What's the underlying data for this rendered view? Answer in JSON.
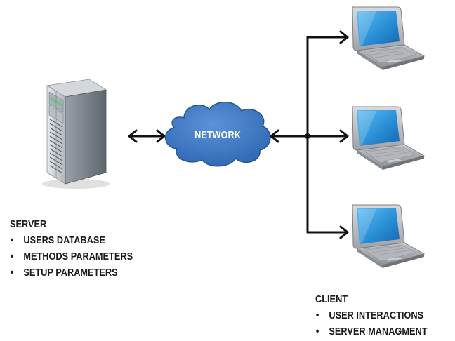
{
  "network": {
    "label": "NETWORK"
  },
  "server": {
    "title": "SERVER",
    "items": [
      "USERS DATABASE",
      "METHODS PARAMETERS",
      "SETUP PARAMETERS"
    ]
  },
  "client": {
    "title": "CLIENT",
    "items": [
      "USER INTERACTIONS",
      "SERVER MANAGMENT"
    ]
  },
  "colors": {
    "cloud_fill": "#3d78c6",
    "cloud_stroke": "#27568f",
    "arrow": "#111111",
    "text": "#1a1a1a",
    "screen": "#2a8fd6"
  },
  "icons": [
    "server-tower-icon",
    "cloud-icon",
    "laptop-icon"
  ]
}
